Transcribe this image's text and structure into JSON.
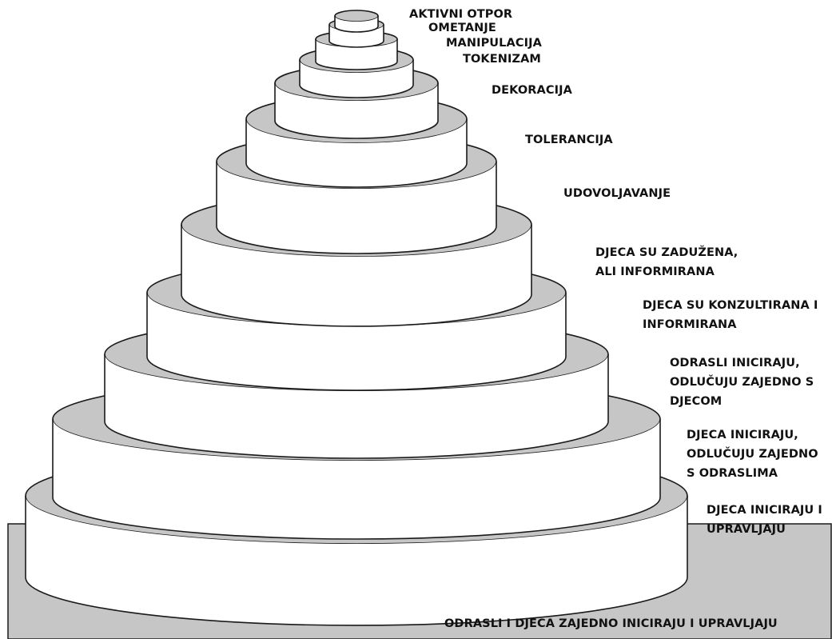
{
  "levels": {
    "aktivni_otpor": "AKTIVNI OTPOR",
    "ometanje": "OMETANJE",
    "manipulacija": "MANIPULACIJA",
    "tokenizam": "TOKENIZAM",
    "dekoracija": "DEKORACIJA",
    "tolerancija": "TOLERANCIJA",
    "udovoljavanje": "UDOVOLJAVANJE",
    "zaduzena_line1": "DJECA SU ZADUŽENA,",
    "zaduzena_line2": "ALI INFORMIRANA",
    "konzultirana_line1": "DJECA SU KONZULTIRANA I",
    "konzultirana_line2": "INFORMIRANA",
    "odrasli_iniciraju_line1": "ODRASLI INICIRAJU,",
    "odrasli_iniciraju_line2": "ODLUČUJU ZAJEDNO S",
    "odrasli_iniciraju_line3": "DJECOM",
    "djeca_iniciraju_line1": "DJECA INICIRAJU,",
    "djeca_iniciraju_line2": "ODLUČUJU ZAJEDNO",
    "djeca_iniciraju_line3": "S ODRASLIMA",
    "upravljaju_line1": "DJECA INICIRAJU I",
    "upravljaju_line2": "UPRAVLJAJU",
    "base": "ODRASLI I DJECA ZAJEDNO INICIRAJU I UPRAVLJAJU"
  },
  "colors": {
    "tier_face": "#ffffff",
    "tier_top_gray": "#c6c6c6",
    "base_gray": "#c6c6c6",
    "outline": "#1a1a1a"
  }
}
